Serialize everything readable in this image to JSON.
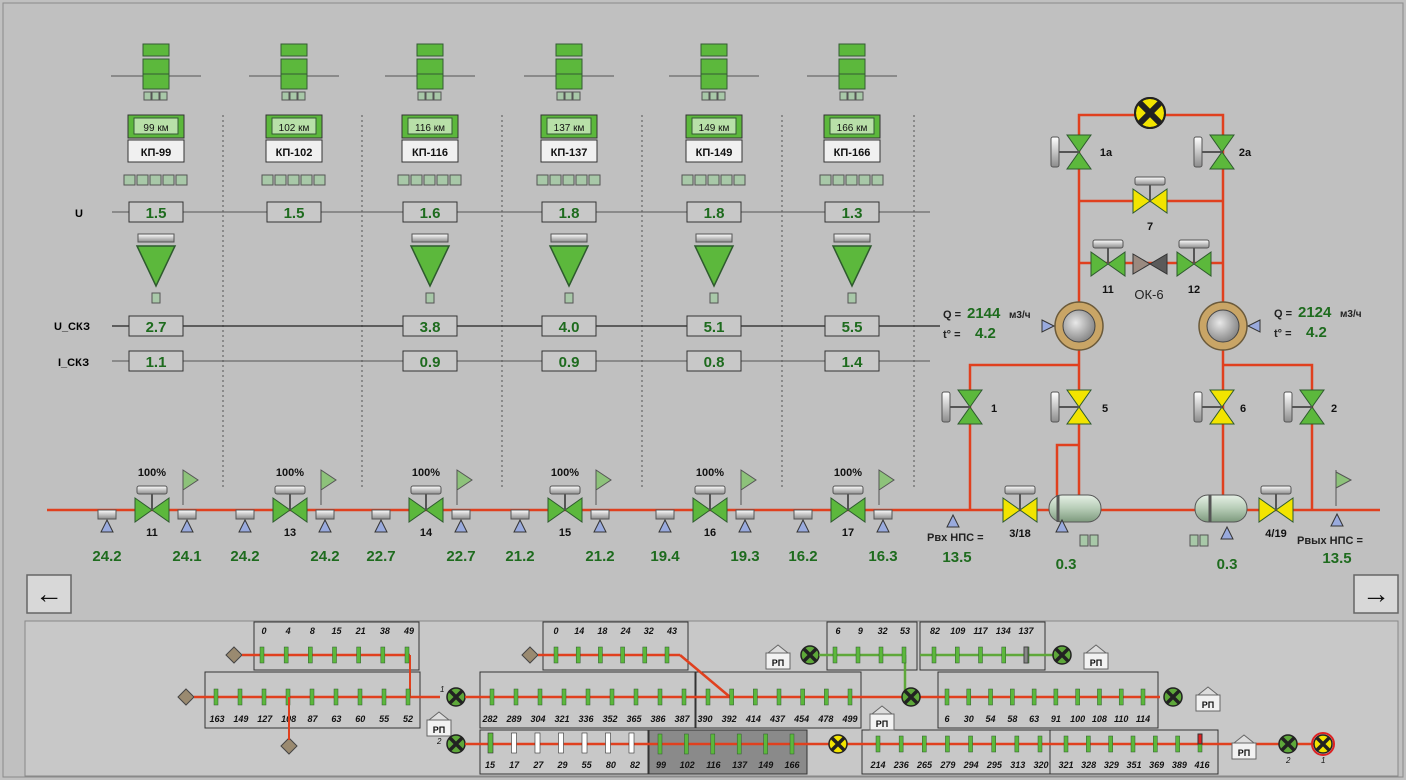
{
  "stations": [
    {
      "km": "99 км",
      "name": "КП-99",
      "U": "1.5",
      "U_SKZ": "2.7",
      "I_SKZ": "1.1",
      "valve": "11",
      "pct": "100%",
      "p_in": "24.2",
      "p_out": "24.1",
      "has_skz": true
    },
    {
      "km": "102 км",
      "name": "КП-102",
      "U": "1.5",
      "U_SKZ": "",
      "I_SKZ": "",
      "valve": "13",
      "pct": "100%",
      "p_in": "24.2",
      "p_out": "24.2",
      "has_skz": false
    },
    {
      "km": "116 км",
      "name": "КП-116",
      "U": "1.6",
      "U_SKZ": "3.8",
      "I_SKZ": "0.9",
      "valve": "14",
      "pct": "100%",
      "p_in": "22.7",
      "p_out": "22.7",
      "has_skz": true
    },
    {
      "km": "137 км",
      "name": "КП-137",
      "U": "1.8",
      "U_SKZ": "4.0",
      "I_SKZ": "0.9",
      "valve": "15",
      "pct": "100%",
      "p_in": "21.2",
      "p_out": "21.2",
      "has_skz": true
    },
    {
      "km": "149 км",
      "name": "КП-149",
      "U": "1.8",
      "U_SKZ": "5.1",
      "I_SKZ": "0.8",
      "valve": "16",
      "pct": "100%",
      "p_in": "19.4",
      "p_out": "19.3",
      "has_skz": true
    },
    {
      "km": "166 км",
      "name": "КП-166",
      "U": "1.3",
      "U_SKZ": "5.5",
      "I_SKZ": "1.4",
      "valve": "17",
      "pct": "100%",
      "p_in": "16.2",
      "p_out": "16.3",
      "has_skz": true
    }
  ],
  "row_labels": {
    "u": "U",
    "u_skz": "U_СКЗ",
    "i_skz": "I_СКЗ"
  },
  "pump_station": {
    "valve_labels": {
      "v1a": "1а",
      "v2a": "2а",
      "v7": "7",
      "v11": "11",
      "v12": "12",
      "ok6": "ОК-6",
      "v1": "1",
      "v2": "2",
      "v5": "5",
      "v6": "6",
      "v318": "3/18",
      "v419": "4/19"
    },
    "q_left": {
      "label": "Q =",
      "value": "2144",
      "unit": "м3/ч",
      "t_label": "t° =",
      "t_value": "4.2"
    },
    "q_right": {
      "label": "Q =",
      "value": "2124",
      "unit": "м3/ч",
      "t_label": "t° =",
      "t_value": "4.2"
    },
    "p_in": {
      "label": "Рвх НПС =",
      "value": "13.5"
    },
    "p_out": {
      "label": "Рвых НПС =",
      "value": "13.5"
    },
    "tank_left": "0.3",
    "tank_right": "0.3"
  },
  "nav": {
    "left": "←",
    "right": "→"
  },
  "overview": {
    "row1_top": [
      "0",
      "4",
      "8",
      "15",
      "21",
      "38",
      "49"
    ],
    "row1_mid": [
      "0",
      "14",
      "18",
      "24",
      "32",
      "43"
    ],
    "row1_r1": [
      "6",
      "9",
      "32",
      "53"
    ],
    "row1_r2": [
      "82",
      "109",
      "117",
      "134",
      "137"
    ],
    "row2_left": [
      "163",
      "149",
      "127",
      "108",
      "87",
      "63",
      "60",
      "55",
      "52"
    ],
    "row2_mid": [
      "282",
      "289",
      "304",
      "321",
      "336",
      "352",
      "365",
      "386",
      "387"
    ],
    "row2_mid2": [
      "390",
      "392",
      "414",
      "437",
      "454",
      "478",
      "499"
    ],
    "row2_right": [
      "6",
      "30",
      "54",
      "58",
      "63",
      "91",
      "100",
      "108",
      "110",
      "114"
    ],
    "row3_a": [
      "15",
      "17",
      "27",
      "29",
      "55",
      "80",
      "82"
    ],
    "row3_b": [
      "99",
      "102",
      "116",
      "137",
      "149",
      "166"
    ],
    "row3_c": [
      "214",
      "236",
      "265",
      "279",
      "294",
      "295",
      "313",
      "320"
    ],
    "row3_d": [
      "321",
      "328",
      "329",
      "351",
      "369",
      "389",
      "416"
    ],
    "rp": "РП",
    "node_labels": {
      "n1": "1",
      "n2": "2",
      "n3": "2",
      "n4": "1"
    }
  },
  "colors": {
    "pipe_red": "#e0401e",
    "pipe_green": "#5ea83a",
    "valve_green": "#5cb83c",
    "valve_yellow": "#f2e400",
    "bg": "#c0c0c0"
  }
}
